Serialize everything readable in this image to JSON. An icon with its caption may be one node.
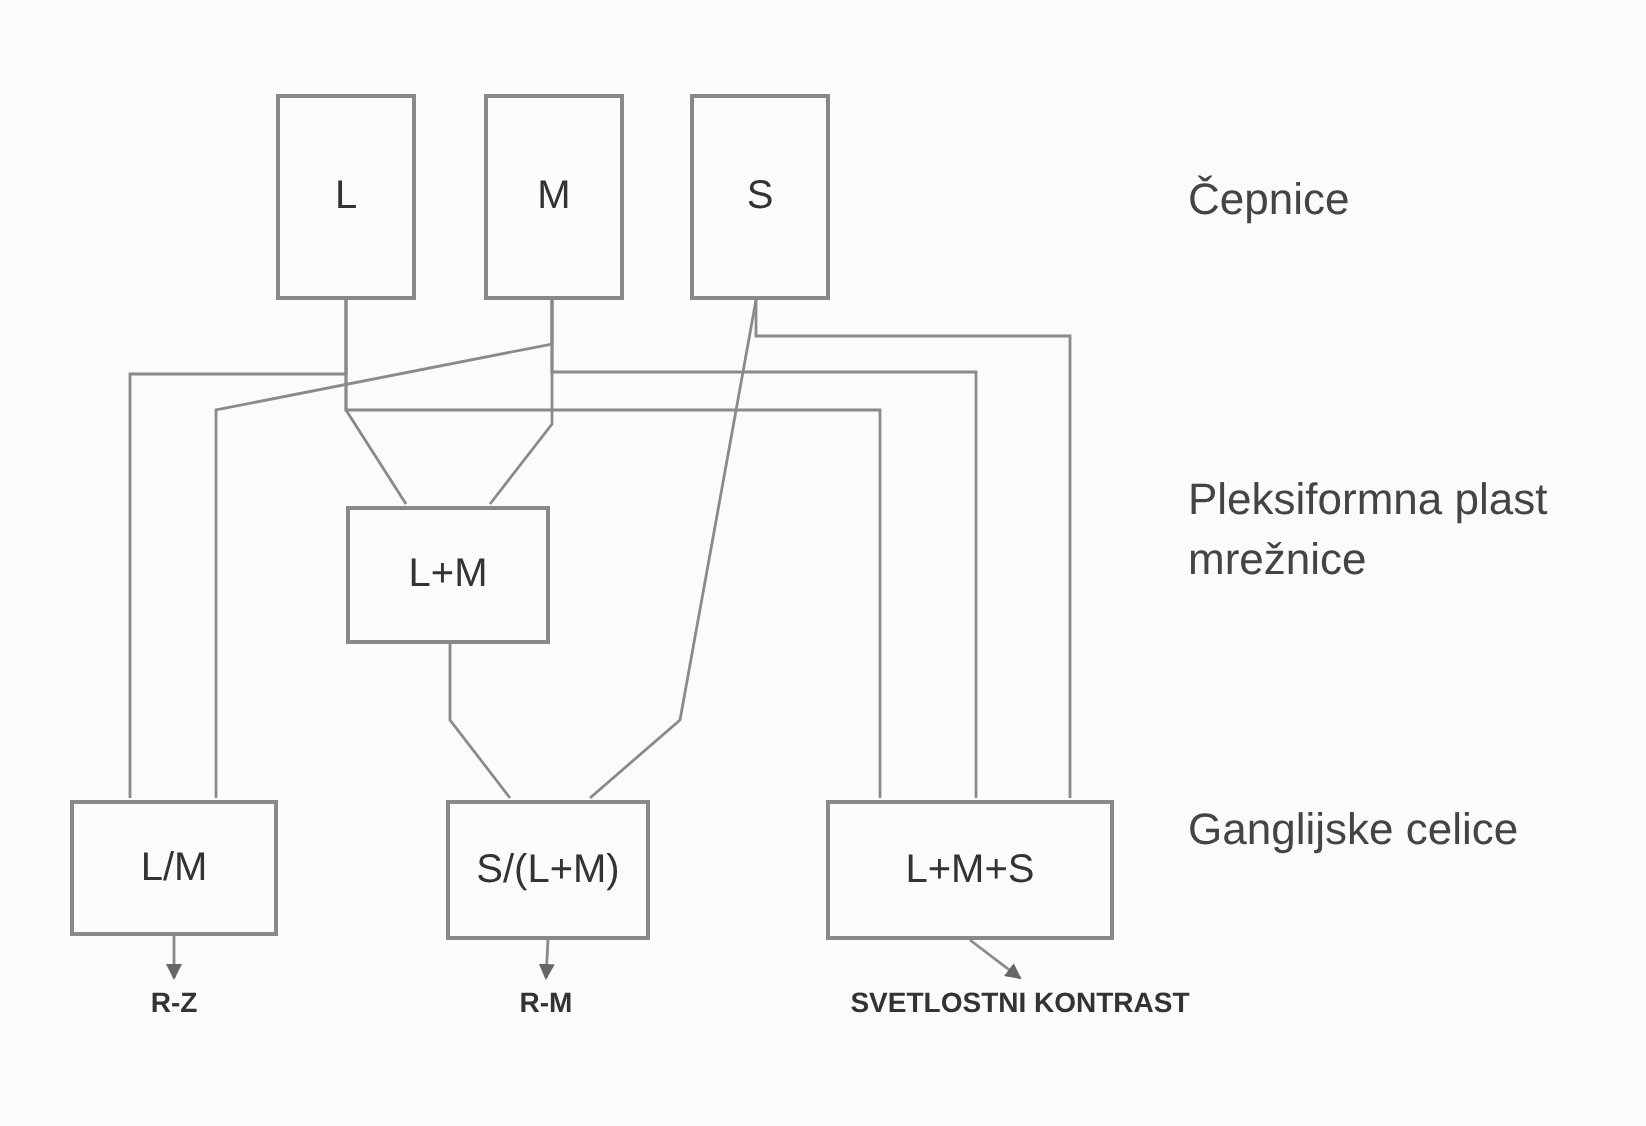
{
  "diagram": {
    "nodes": [
      {
        "text": [
          "L"
        ]
      },
      {
        "text": [
          "M"
        ]
      },
      {
        "text": [
          "S"
        ]
      },
      {
        "text": [
          "L+M"
        ]
      },
      {
        "text": [
          "L/M"
        ]
      },
      {
        "text": [
          "S/(L+M)"
        ]
      },
      {
        "text": [
          "L+M+S"
        ]
      },
      {
        "text": [
          "R-Z"
        ]
      },
      {
        "text": [
          "R-M"
        ]
      },
      {
        "text": [
          "SVETLOSTNI KONTRAST"
        ]
      }
    ],
    "edges": [
      {
        "from": 0,
        "to": 4,
        "arrow": "none"
      },
      {
        "from": 0,
        "to": 3,
        "arrow": "none"
      },
      {
        "from": 0,
        "to": 6,
        "arrow": "none"
      },
      {
        "from": 1,
        "to": 4,
        "arrow": "none"
      },
      {
        "from": 1,
        "to": 3,
        "arrow": "none"
      },
      {
        "from": 1,
        "to": 6,
        "arrow": "none"
      },
      {
        "from": 2,
        "to": 5,
        "arrow": "none"
      },
      {
        "from": 2,
        "to": 6,
        "arrow": "none"
      },
      {
        "from": 3,
        "to": 5,
        "arrow": "none"
      },
      {
        "from": 4,
        "to": 7,
        "arrow": "to"
      },
      {
        "from": 5,
        "to": 8,
        "arrow": "to"
      },
      {
        "from": 6,
        "to": 9,
        "arrow": "to"
      }
    ],
    "labels": [
      "Čepnice",
      "Pleksiformna plast mrežnice",
      "Ganglijske celice"
    ]
  }
}
